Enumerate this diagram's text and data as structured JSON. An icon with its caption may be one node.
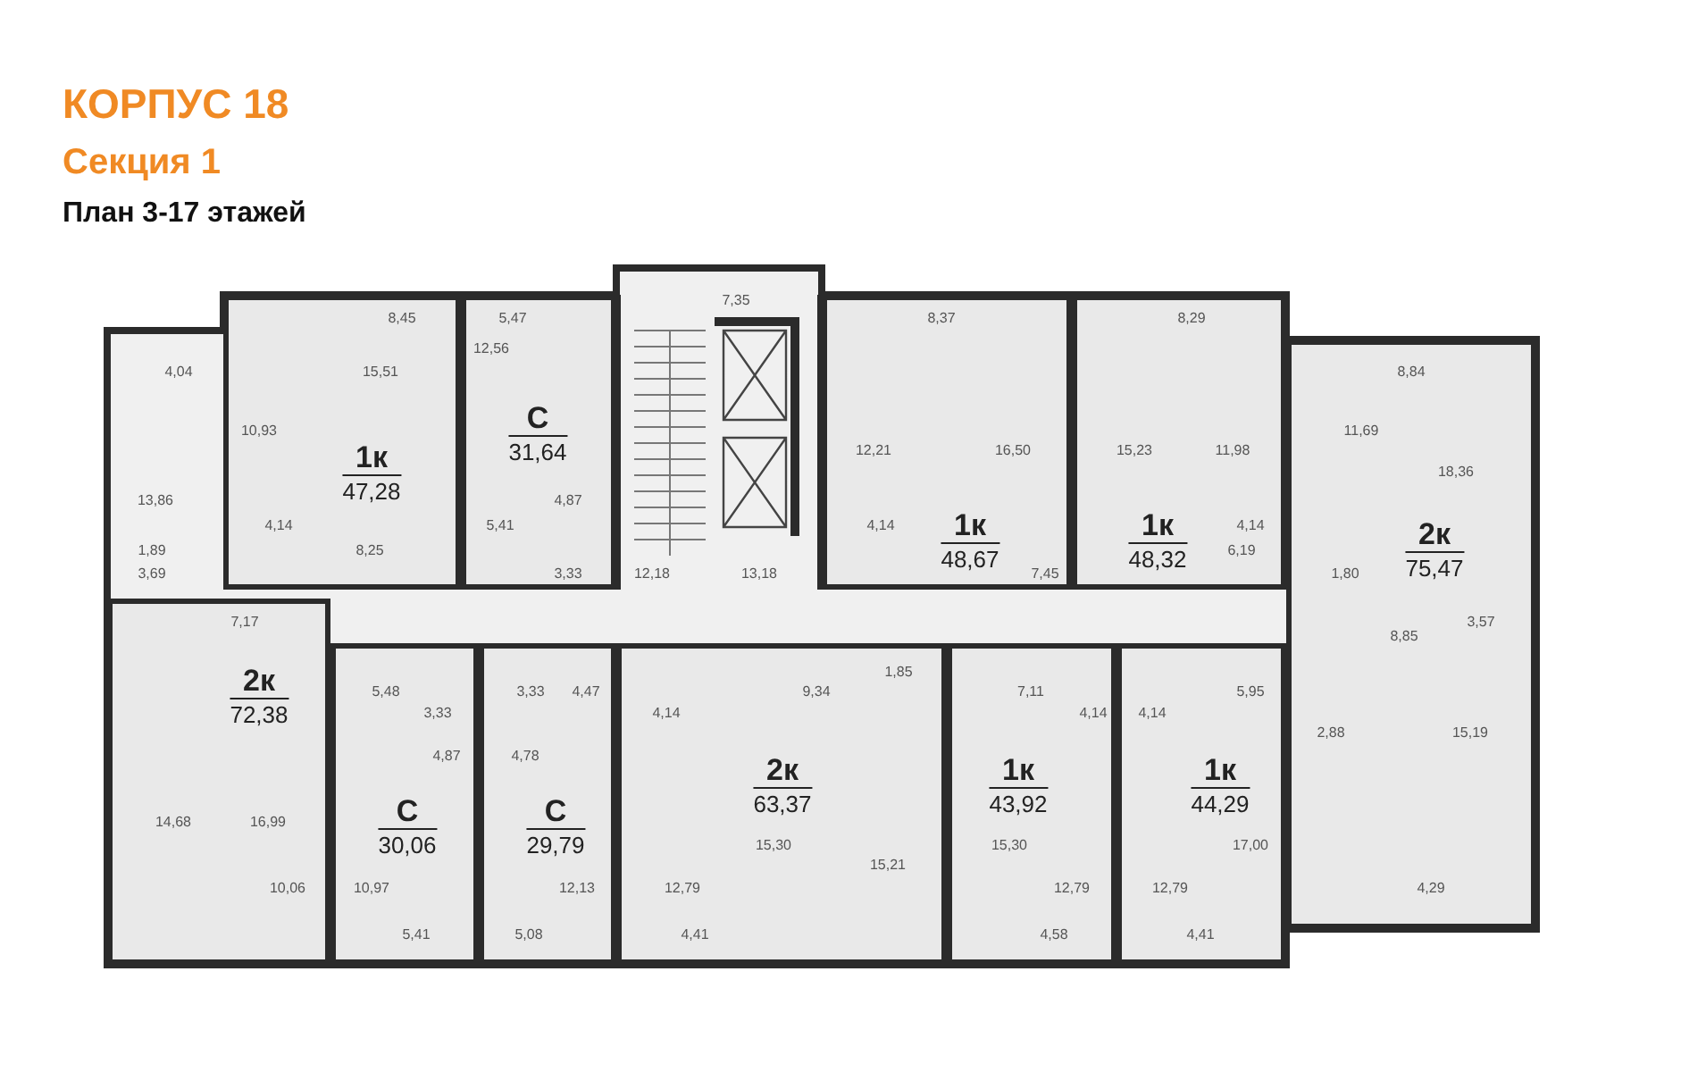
{
  "diagram": {
    "title": "КОРПУС 18",
    "nodes": [
      {
        "text": [
          "1к",
          "47,28"
        ]
      },
      {
        "text": [
          "С",
          "31,64"
        ]
      },
      {
        "text": [
          "1к",
          "48,67"
        ]
      },
      {
        "text": [
          "1к",
          "48,32"
        ]
      },
      {
        "text": [
          "2к",
          "75,47"
        ]
      },
      {
        "text": [
          "2к",
          "72,38"
        ]
      },
      {
        "text": [
          "С",
          "30,06"
        ]
      },
      {
        "text": [
          "С",
          "29,79"
        ]
      },
      {
        "text": [
          "2к",
          "63,37"
        ]
      },
      {
        "text": [
          "1к",
          "43,92"
        ]
      },
      {
        "text": [
          "1к",
          "44,29"
        ]
      }
    ],
    "labels": [
      "Секция 1",
      "План 3-17 этажей",
      "7,35",
      "8,45",
      "5,47",
      "8,37",
      "8,29",
      "12,56",
      "4,04",
      "15,51",
      "8,84",
      "10,93",
      "11,69",
      "12,21",
      "16,50",
      "15,23",
      "11,98",
      "18,36",
      "13,86",
      "4,87",
      "4,14",
      "5,41",
      "4,14",
      "4,14",
      "1,89",
      "8,25",
      "6,19",
      "3,69",
      "3,33",
      "12,18",
      "13,18",
      "7,45",
      "1,80",
      "7,17",
      "3,57",
      "8,85",
      "1,85",
      "5,48",
      "3,33",
      "4,47",
      "9,34",
      "7,11",
      "5,95",
      "3,33",
      "4,14",
      "4,14",
      "4,14",
      "2,88",
      "15,19",
      "4,87",
      "4,78",
      "14,68",
      "16,99",
      "15,30",
      "15,30",
      "17,00",
      "15,21",
      "10,06",
      "10,97",
      "12,13",
      "12,79",
      "12,79",
      "12,79",
      "4,29",
      "5,41",
      "5,08",
      "4,41",
      "4,58",
      "4,41"
    ]
  }
}
